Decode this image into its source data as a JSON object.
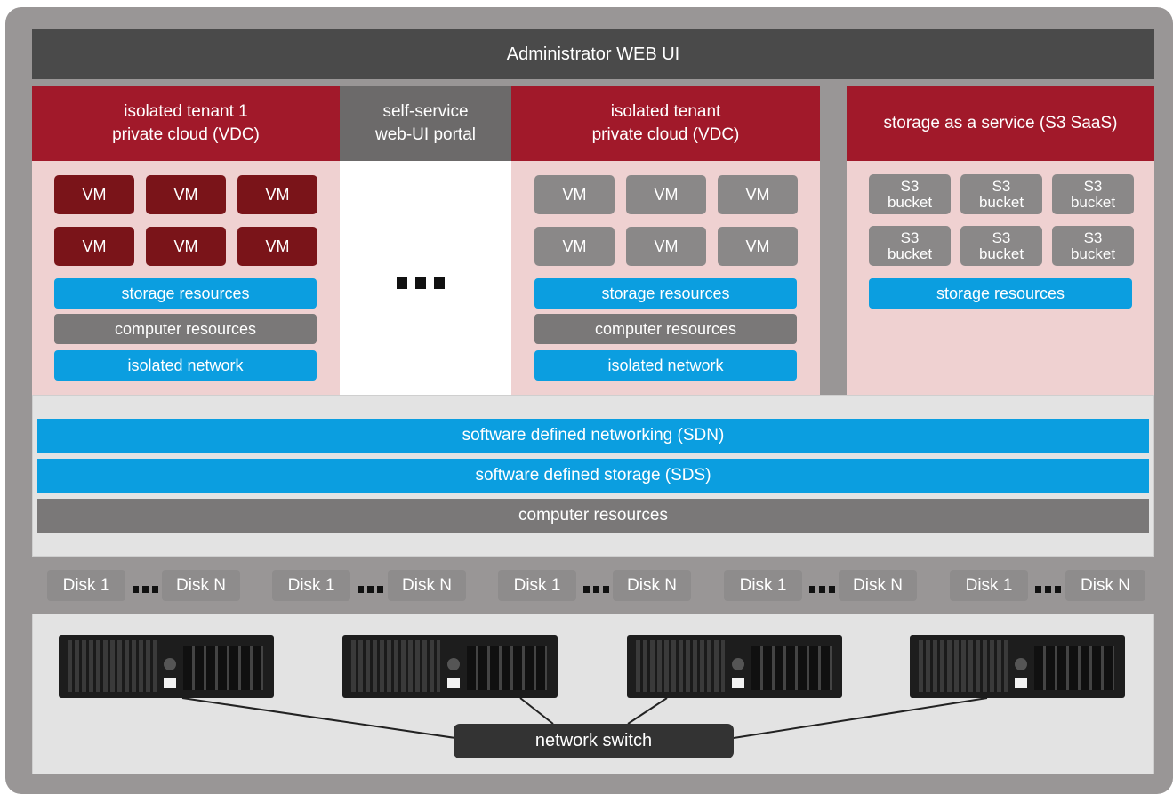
{
  "header": {
    "title": "Administrator WEB UI"
  },
  "tenant1": {
    "title": "isolated tenant 1\nprivate cloud (VDC)",
    "vms": [
      "VM",
      "VM",
      "VM",
      "VM",
      "VM",
      "VM"
    ],
    "storage": "storage resources",
    "compute": "computer resources",
    "network": "isolated network"
  },
  "portal": {
    "title": "self-service\nweb-UI portal"
  },
  "tenant2": {
    "title": "isolated tenant\nprivate cloud (VDC)",
    "vms": [
      "VM",
      "VM",
      "VM",
      "VM",
      "VM",
      "VM"
    ],
    "storage": "storage resources",
    "compute": "computer resources",
    "network": "isolated network"
  },
  "s3service": {
    "title": "storage as a service (S3 SaaS)",
    "buckets": [
      {
        "line1": "S3",
        "line2": "bucket"
      },
      {
        "line1": "S3",
        "line2": "bucket"
      },
      {
        "line1": "S3",
        "line2": "bucket"
      },
      {
        "line1": "S3",
        "line2": "bucket"
      },
      {
        "line1": "S3",
        "line2": "bucket"
      },
      {
        "line1": "S3",
        "line2": "bucket"
      }
    ],
    "storage": "storage resources"
  },
  "infrastructure": {
    "sdn": "software defined networking (SDN)",
    "sds": "software defined storage (SDS)",
    "compute": "computer resources"
  },
  "disks": [
    {
      "first": "Disk 1",
      "last": "Disk N"
    },
    {
      "first": "Disk 1",
      "last": "Disk N"
    },
    {
      "first": "Disk 1",
      "last": "Disk N"
    },
    {
      "first": "Disk 1",
      "last": "Disk N"
    },
    {
      "first": "Disk 1",
      "last": "Disk N"
    }
  ],
  "network": {
    "switch": "network switch"
  },
  "colors": {
    "red": "#a1192a",
    "darkRed": "#7a1419",
    "blue": "#0b9ee0",
    "gray": "#7a7878",
    "pink": "#efd1d1"
  }
}
